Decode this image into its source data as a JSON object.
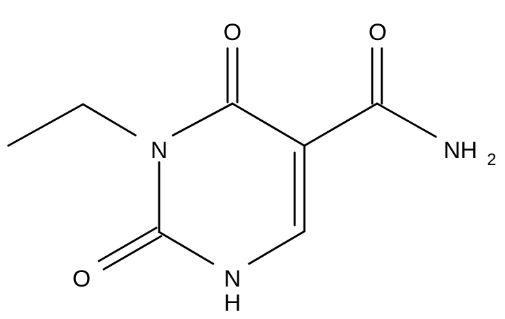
{
  "atoms": {
    "o_top": "O",
    "o_amide": "O",
    "n1": "N",
    "nh2_n": "NH",
    "nh2_sub": "2",
    "o_left": "O",
    "nh_n": "N",
    "nh_h": "H"
  },
  "colors": {
    "bond": "#000000",
    "text": "#000000",
    "background": "#ffffff"
  }
}
